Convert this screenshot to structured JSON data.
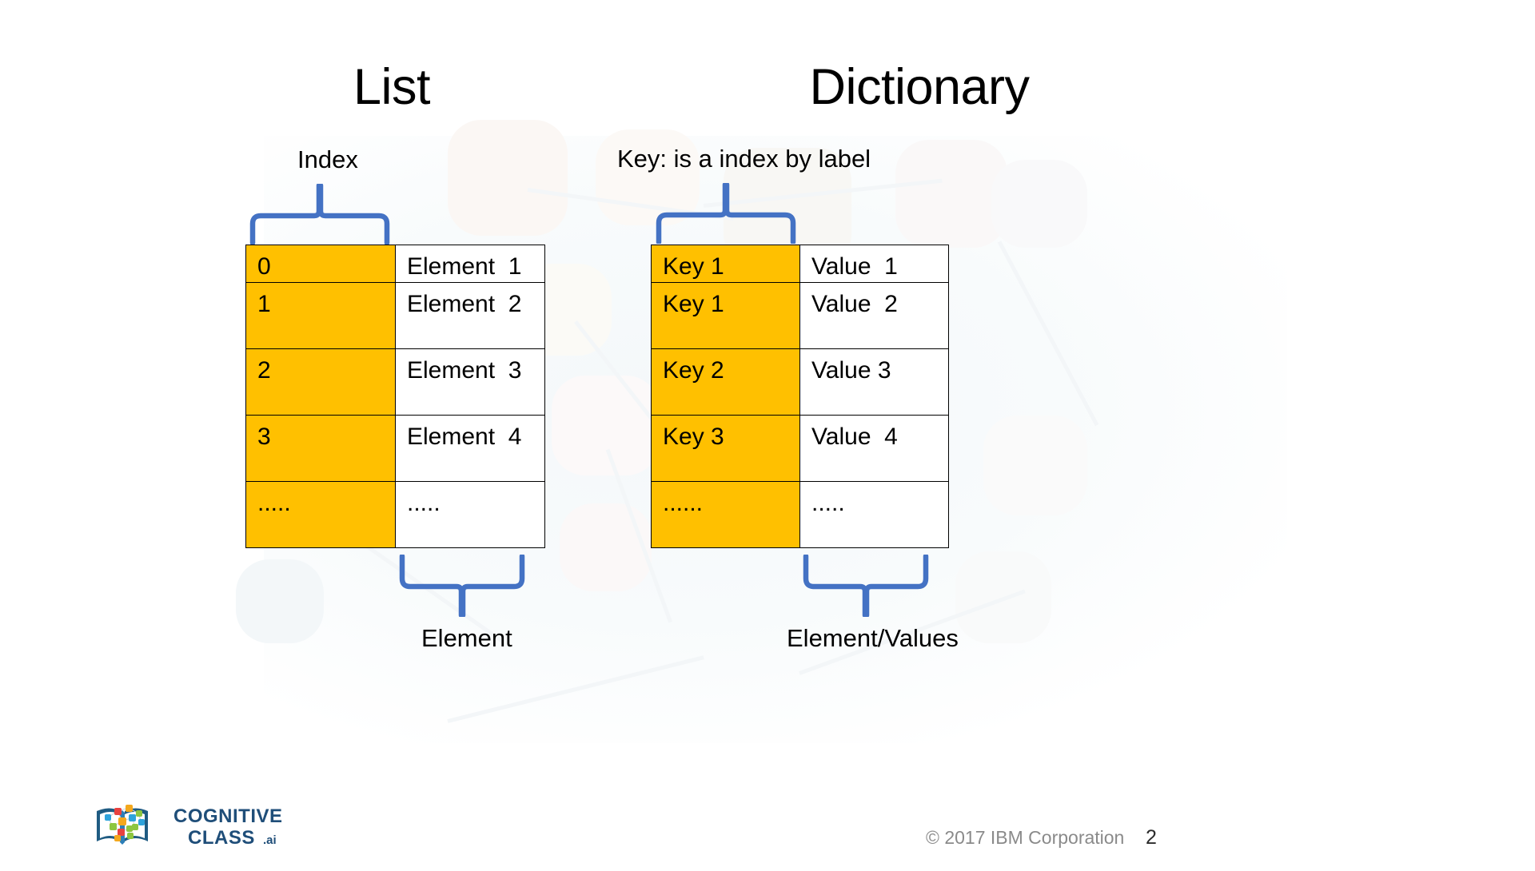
{
  "slide": {
    "page_number": "2",
    "copyright": "© 2017 IBM Corporation",
    "brand": {
      "logo_line1": "COGNITIVE",
      "logo_line2": "CLASS",
      "logo_suffix": ".ai"
    },
    "colors": {
      "key_fill": "#FFC000",
      "value_fill": "#FFFFFF",
      "brace_blue": "#4472C4",
      "border": "#000000",
      "footer_text": "#8A8A8A",
      "logo_navy": "#1F4E79"
    }
  },
  "panels": [
    {
      "id": "list",
      "title": "List",
      "top_caption": "Index",
      "bottom_caption": "Element",
      "rows": [
        {
          "key": "0",
          "value": "Element  1"
        },
        {
          "key": "1",
          "value": "Element  2"
        },
        {
          "key": "2",
          "value": "Element  3"
        },
        {
          "key": "3",
          "value": "Element  4"
        },
        {
          "key": ".....",
          "value": "....."
        }
      ]
    },
    {
      "id": "dictionary",
      "title": "Dictionary",
      "top_caption": "Key: is a index by label",
      "bottom_caption": "Element/Values",
      "rows": [
        {
          "key": "Key 1",
          "value": "Value  1"
        },
        {
          "key": "Key 1",
          "value": "Value  2"
        },
        {
          "key": "Key 2",
          "value": "Value 3"
        },
        {
          "key": "Key 3",
          "value": "Value  4"
        },
        {
          "key": "......",
          "value": "....."
        }
      ]
    }
  ]
}
